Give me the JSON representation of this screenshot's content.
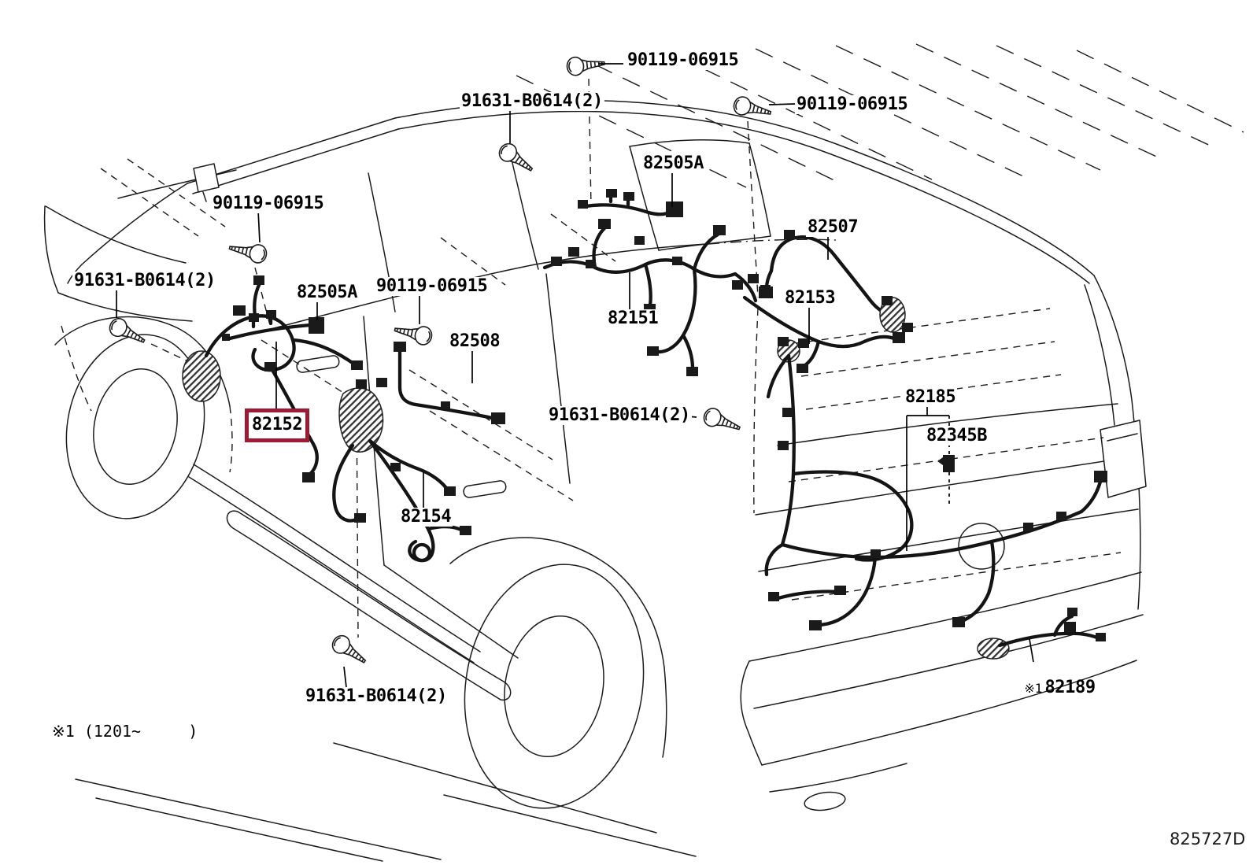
{
  "colors": {
    "highlight": "#9E1B35",
    "ink": "#1c1c1c"
  },
  "highlighted_part": "82152",
  "icons": {
    "fastener": "bolt-icon"
  },
  "callouts": [
    {
      "id": "90119-top",
      "text": "90119-06915"
    },
    {
      "id": "91631-top",
      "text": "91631-B0614(2)"
    },
    {
      "id": "90119-right",
      "text": "90119-06915"
    },
    {
      "id": "82505A-top",
      "text": "82505A"
    },
    {
      "id": "82507",
      "text": "82507"
    },
    {
      "id": "90119-left",
      "text": "90119-06915"
    },
    {
      "id": "91631-left",
      "text": "91631-B0614(2)"
    },
    {
      "id": "82505A-left",
      "text": "82505A"
    },
    {
      "id": "90119-mid",
      "text": "90119-06915"
    },
    {
      "id": "82508",
      "text": "82508"
    },
    {
      "id": "82153",
      "text": "82153"
    },
    {
      "id": "82151",
      "text": "82151"
    },
    {
      "id": "82152",
      "text": "82152",
      "highlighted": true
    },
    {
      "id": "91631-mid",
      "text": "91631-B0614(2)"
    },
    {
      "id": "82185",
      "text": "82185"
    },
    {
      "id": "82345B",
      "text": "82345B"
    },
    {
      "id": "82154",
      "text": "82154"
    },
    {
      "id": "91631-bottom",
      "text": "91631-B0614(2)"
    },
    {
      "id": "82189",
      "text": "82189",
      "prefix": "※1"
    }
  ],
  "footnote": "※1 (1201~     )",
  "diagram_code": "825727D"
}
